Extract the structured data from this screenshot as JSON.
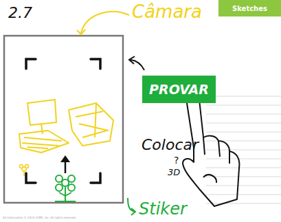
{
  "diagram": {
    "nodes": [
      {
        "text": [
          "Sketches"
        ]
      },
      {
        "text": [
          "PROVAR"
        ]
      }
    ],
    "labels": [
      "2.7",
      "Câmara",
      "Colocar",
      "?",
      "3D",
      "Stiker",
      "All information © 2012 CURE, Inc. All rights reserved"
    ]
  }
}
